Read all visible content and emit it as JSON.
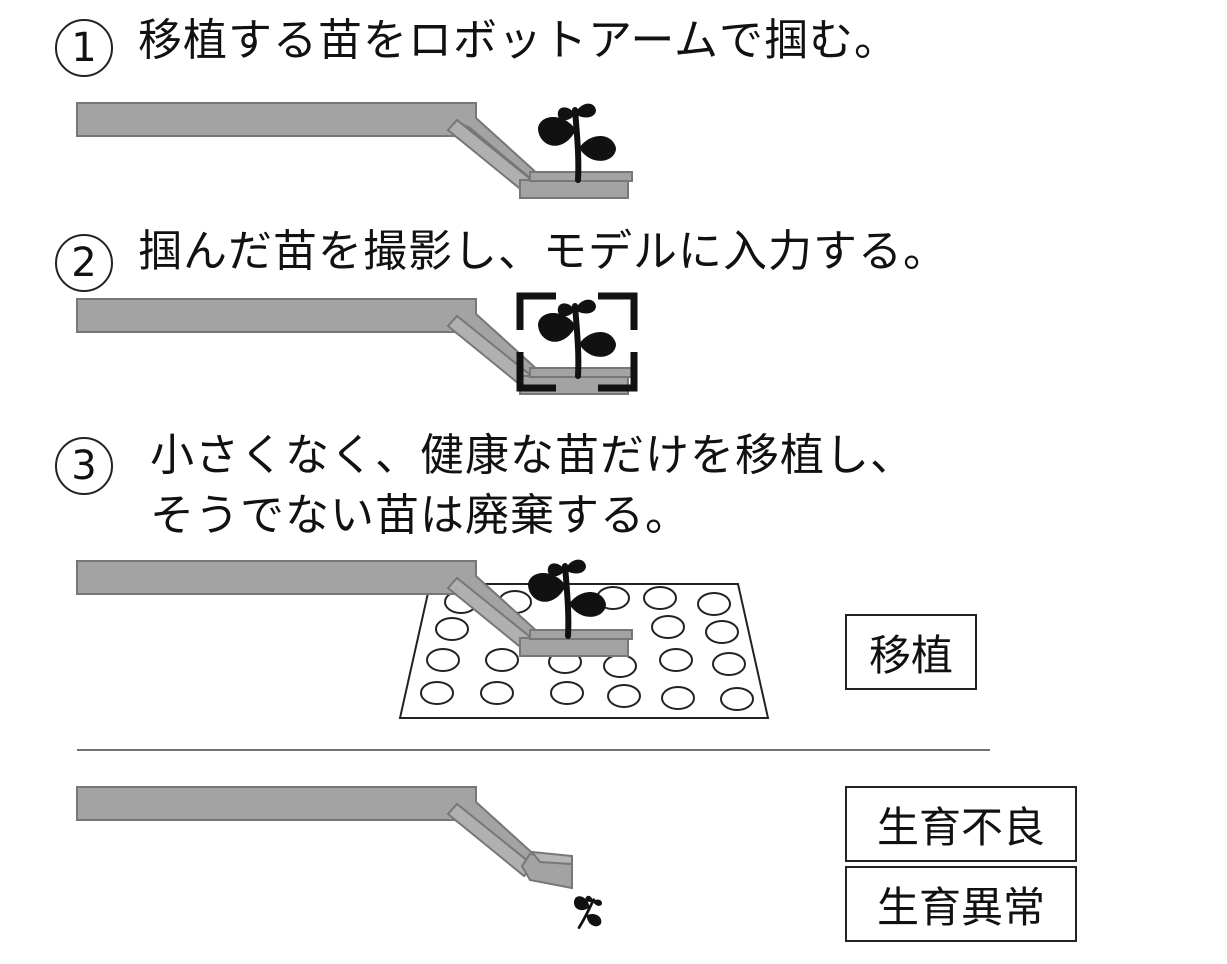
{
  "steps": [
    {
      "number": "1",
      "text": "移植する苗をロボットアームで掴む。"
    },
    {
      "number": "2",
      "text": "掴んだ苗を撮影し、モデルに入力する。"
    },
    {
      "number": "3",
      "line1": "小さくなく、健康な苗だけを移植し、",
      "line2": "そうでない苗は廃棄する。"
    }
  ],
  "outcomes": {
    "transplant": "移植",
    "poor_growth": "生育不良",
    "abnormal_growth": "生育異常"
  },
  "colors": {
    "arm_fill": "#a3a3a3",
    "arm_stroke": "#777777",
    "ink": "#111111"
  }
}
